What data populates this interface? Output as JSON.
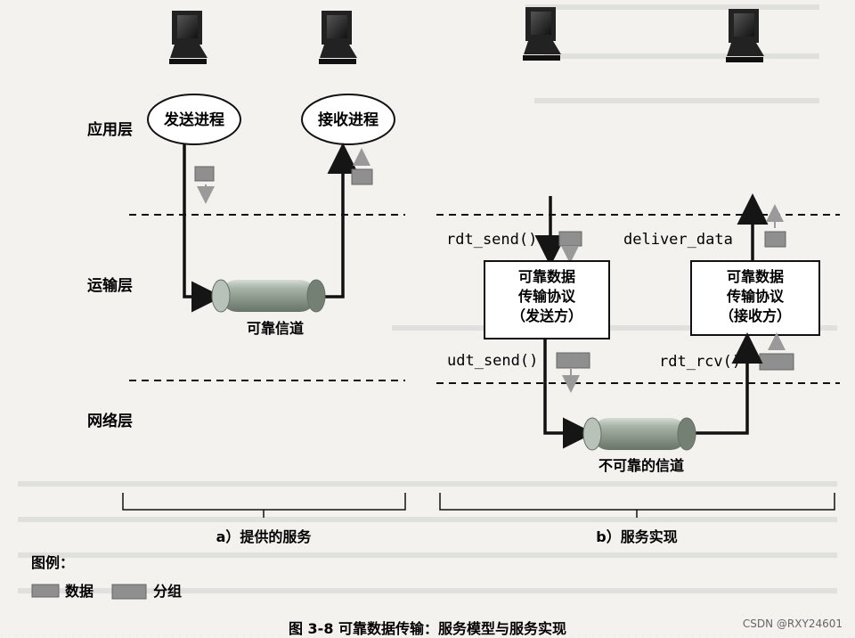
{
  "layers": {
    "application": "应用层",
    "transport": "运输层",
    "network": "网络层"
  },
  "panel_a": {
    "sender_process": "发送进程",
    "receiver_process": "接收进程",
    "channel": "可靠信道",
    "label": "a）提供的服务"
  },
  "panel_b": {
    "rdt_send": "rdt_send()",
    "deliver_data": "deliver_data",
    "udt_send": "udt_send()",
    "rdt_rcv": "rdt_rcv()",
    "sender_box": [
      "可靠数据",
      "传输协议",
      "（发送方）"
    ],
    "receiver_box": [
      "可靠数据",
      "传输协议",
      "（接收方）"
    ],
    "channel": "不可靠的信道",
    "label": "b）服务实现"
  },
  "legend": {
    "title": "图例：",
    "data": "数据",
    "packet": "分组"
  },
  "caption": "图 3-8   可靠数据传输：服务模型与服务实现",
  "watermark": "CSDN @RXY24601",
  "colors": {
    "background": "#f4f3f1",
    "ink": "#151515",
    "arrow_gray": "#9a9a9a",
    "packet_fill": "#8f8f8f",
    "pipe_fill": "#9aa59a"
  }
}
